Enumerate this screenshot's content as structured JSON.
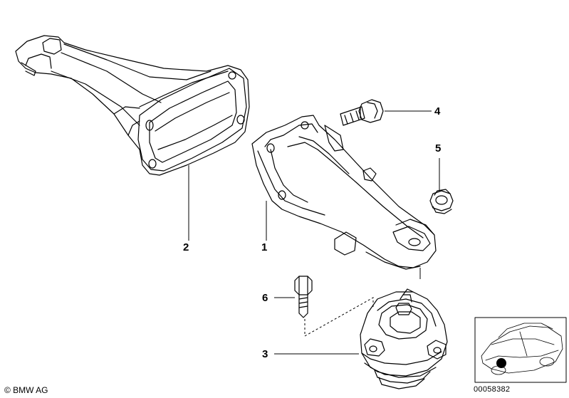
{
  "callouts": {
    "part_1": "1",
    "part_2": "2",
    "part_3": "3",
    "part_4": "4",
    "part_5": "5",
    "part_6": "6"
  },
  "footer": {
    "copyright": "© BMW AG",
    "diagram_number": "00058382"
  },
  "colors": {
    "line": "#000000",
    "background": "#ffffff",
    "locator_dot": "#000000"
  }
}
